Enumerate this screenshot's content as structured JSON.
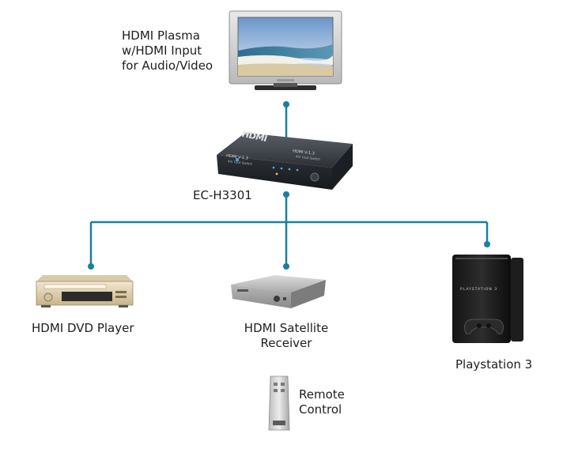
{
  "diagram": {
    "tv": {
      "label_lines": [
        "HDMI Plasma",
        "w/HDMI Input",
        "for Audio/Video"
      ]
    },
    "switch": {
      "label": "EC-H3301",
      "logo_text": "HDMI",
      "front_text_left": [
        "HDMI V-1.3",
        "4in 1out Switch"
      ],
      "front_text_right": [
        "HDMI V-1.3",
        "4in 1out Switch"
      ]
    },
    "dvd": {
      "label": "HDMI DVD Player"
    },
    "satellite": {
      "label_lines": [
        "HDMI Satellite",
        "Receiver"
      ]
    },
    "playstation": {
      "label": "Playstation 3",
      "logo_text": "PLAYSTATION 3"
    },
    "remote": {
      "label_lines": [
        "Remote",
        "Control"
      ]
    },
    "colors": {
      "connector": "#1a7fa0",
      "node_dot": "#1a7fa0"
    }
  }
}
